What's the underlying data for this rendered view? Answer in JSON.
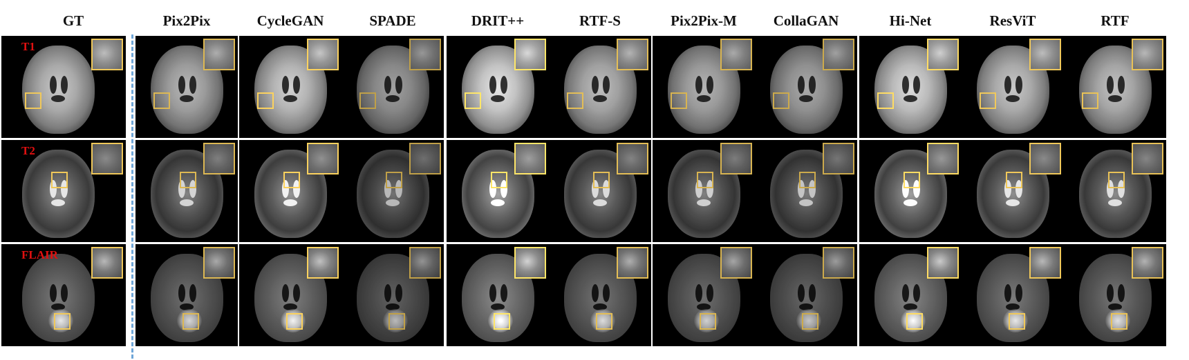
{
  "columns": [
    {
      "label": "GT"
    },
    {
      "label": "Pix2Pix"
    },
    {
      "label": "CycleGAN"
    },
    {
      "label": "SPADE"
    },
    {
      "label": "DRIT++"
    },
    {
      "label": "RTF-S"
    },
    {
      "label": "Pix2Pix-M"
    },
    {
      "label": "CollaGAN"
    },
    {
      "label": "Hi-Net"
    },
    {
      "label": "ResViT"
    },
    {
      "label": "RTF"
    }
  ],
  "rows": [
    {
      "label": "T1",
      "modality": "t1"
    },
    {
      "label": "T2",
      "modality": "t2"
    },
    {
      "label": "FLAIR",
      "modality": "flair"
    }
  ],
  "colors": {
    "row_label": "#e01010",
    "zoom_box": "#f0c85a",
    "separator": "#6fa6d8",
    "panel_background": "#000000"
  }
}
